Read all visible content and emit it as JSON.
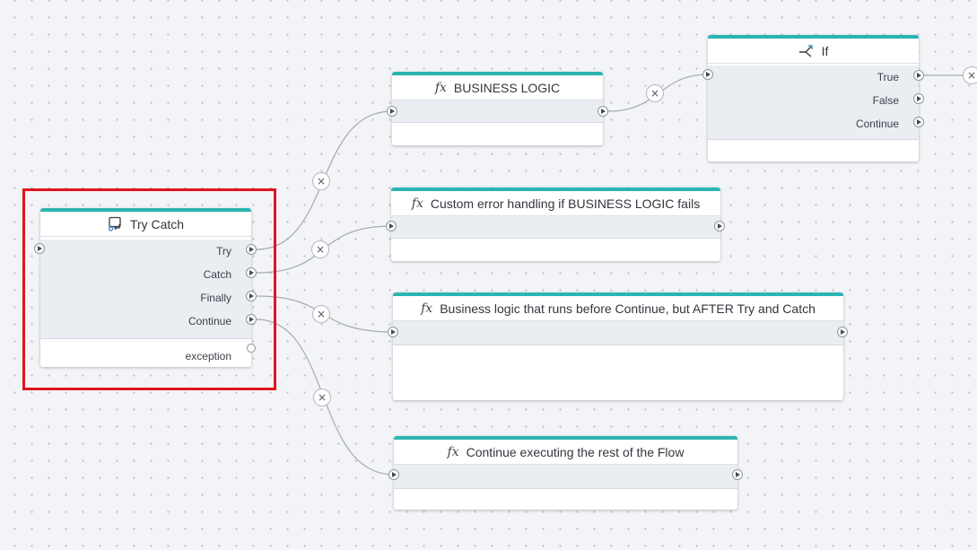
{
  "nodes": {
    "try_catch": {
      "title": "Try Catch",
      "outputs": [
        "Try",
        "Catch",
        "Finally",
        "Continue"
      ],
      "exception_label": "exception"
    },
    "business_logic": {
      "title": "BUSINESS LOGIC",
      "icon": "fx"
    },
    "error_handling": {
      "title": "Custom error handling if BUSINESS LOGIC fails",
      "icon": "fx"
    },
    "finally_logic": {
      "title": "Business logic that runs before Continue, but AFTER Try and Catch",
      "icon": "fx"
    },
    "continue_flow": {
      "title": "Continue executing the rest of the Flow",
      "icon": "fx"
    },
    "if_node": {
      "title": "If",
      "outputs": [
        "True",
        "False",
        "Continue"
      ]
    }
  },
  "connector_remove_symbol": "×",
  "colors": {
    "node_accent": "#2bb5b2",
    "selection": "#e0141e",
    "canvas": "#f3f4f7"
  }
}
